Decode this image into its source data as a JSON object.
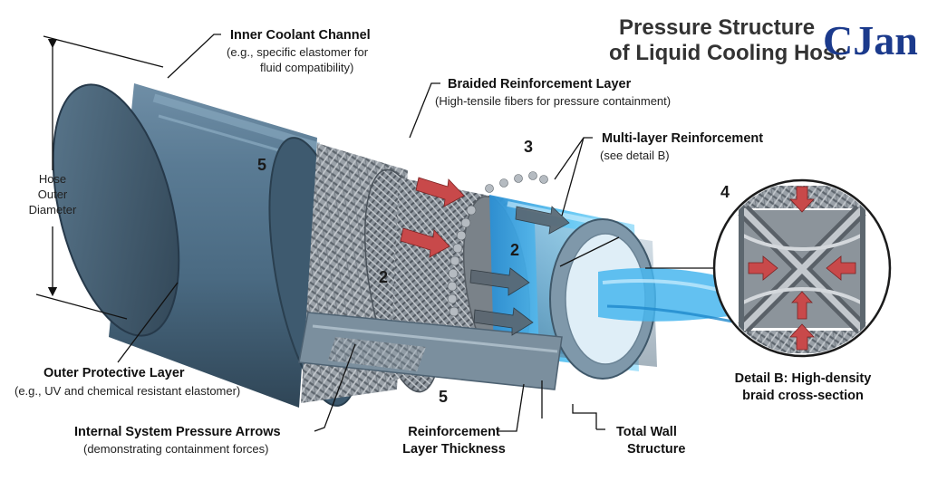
{
  "title": {
    "line1": "Pressure Structure",
    "line2": "of Liquid Cooling Hose",
    "brand": "CJan"
  },
  "labels": {
    "inner_channel": {
      "title": "Inner Coolant Channel",
      "sub1": "(e.g., specific elastomer for",
      "sub2": "fluid compatibility)"
    },
    "braided_layer": {
      "title": "Braided Reinforcement Layer",
      "sub1": "(High-tensile fibers for pressure containment)"
    },
    "multi_layer": {
      "title": "Multi-layer Reinforcement",
      "sub1": "(see detail B)"
    },
    "outer_diameter": {
      "line1": "Hose",
      "line2": "Outer",
      "line3": "Diameter"
    },
    "outer_layer": {
      "title": "Outer Protective Layer",
      "sub1": "(e.g., UV and chemical resistant elastomer)"
    },
    "pressure_arrows": {
      "title": "Internal System Pressure Arrows",
      "sub1": "(demonstrating containment forces)"
    },
    "reinf_thickness": {
      "line1": "Reinforcement",
      "line2": "Layer Thickness"
    },
    "total_wall": {
      "line1": "Total Wall",
      "line2": "Structure"
    },
    "detail_b": {
      "line1": "Detail B: High-density",
      "line2": "braid cross-section"
    }
  },
  "numbers": {
    "n5_top": "5",
    "n3": "3",
    "n2_left": "2",
    "n2_mid": "2",
    "n4": "4",
    "n5_bottom": "5"
  },
  "colors": {
    "hose_outer": "#4f7088",
    "hose_dark": "#34495a",
    "braid": "#8e959c",
    "coolant": "#3fb0e8",
    "arrow_red": "#c8494a",
    "brand_blue": "#1b3a8c",
    "inner_tube": "#9db3c3"
  },
  "icons": [
    "pressure-arrow-icon",
    "dimension-arrow-icon"
  ]
}
